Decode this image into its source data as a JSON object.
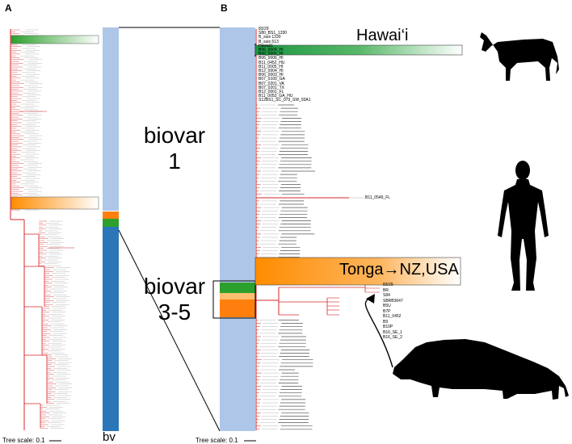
{
  "figure": {
    "panels": [
      {
        "letter": "A",
        "scale_label": "Tree scale: 0.1"
      },
      {
        "letter": "B",
        "scale_label": "Tree scale: 0.1"
      }
    ],
    "column_label": "bv",
    "group_labels": {
      "biovar1_line1": "biovar",
      "biovar1_line2": "1",
      "biovar35_line1": "biovar",
      "biovar35_line2": "3-5"
    },
    "callouts": {
      "hawaii": "Hawai‘i",
      "tonga_from": "Tonga",
      "tonga_to": "NZ,USA"
    },
    "outlier_label": "B11_0549_FL",
    "leaf_labels_top": [
      "83/29",
      "S80_BS1_1330",
      "B_suis 1330",
      "B_suis 513",
      "Hawaii1",
      "B06_0004_HI",
      "B06_0005_HI",
      "B06_0006_HI",
      "B11_0452_HU",
      "B11_0005_HI",
      "B12_0004_HI",
      "B06_0003_HI",
      "B07_0100_GA",
      "B07_0201_VA",
      "B07_0201_TX",
      "B12_0001_FL",
      "B11_0053_GA_HU",
      "S12BS1_SC_079_SW_93A1"
    ],
    "leaf_labels_clade": [
      "83/29",
      "BR",
      "S84",
      "SBRB3647",
      "B5U",
      "B7P",
      "B11_0452",
      "B9",
      "B10P",
      "B16_SE_1",
      "B16_SE_2"
    ],
    "colors": {
      "biovar1": "#aec7e8",
      "biovar35": "#2a76b8",
      "green": "#2ca02c",
      "orange": "#ff7f0e",
      "light_orange": "#fdbf6f",
      "red_branch": "#d62728"
    }
  }
}
